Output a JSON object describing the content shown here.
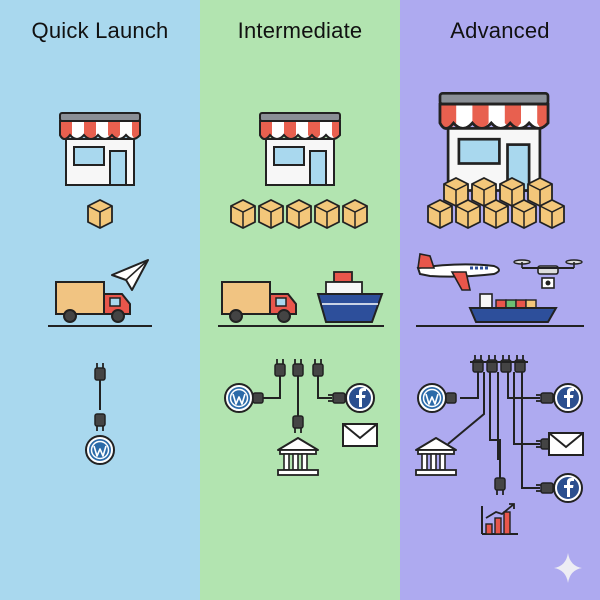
{
  "columns": [
    {
      "title": "Quick Launch",
      "bg": "#a9d8ee"
    },
    {
      "title": "Intermediate",
      "bg": "#b2e4b0"
    },
    {
      "title": "Advanced",
      "bg": "#aeaaf0"
    }
  ],
  "colors": {
    "awning_red": "#e8604f",
    "box": "#f3c77a",
    "truck_cargo": "#f1c482",
    "truck_cab": "#e8564b",
    "ship_hull": "#2d4f9b",
    "wordpress_blue": "#2b6aa8",
    "facebook_blue": "#2b4f8f"
  },
  "icons": [
    "shop-icon",
    "box-icon",
    "truck-icon",
    "paper-plane-icon",
    "ship-icon",
    "airplane-icon",
    "drone-icon",
    "plug-icon",
    "wordpress-icon",
    "facebook-icon",
    "bank-icon",
    "email-icon",
    "growth-chart-icon",
    "sparkle-icon"
  ]
}
